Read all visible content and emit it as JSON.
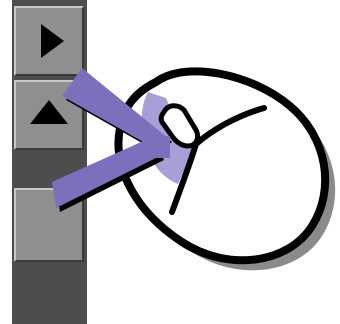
{
  "toolbar": {
    "buttons": [
      {
        "name": "play",
        "icon": "play-triangle-icon"
      },
      {
        "name": "eject",
        "icon": "eject-triangle-icon"
      },
      {
        "name": "blank",
        "icon": ""
      }
    ]
  },
  "illustration": {
    "subject": "mouse-icon",
    "pointer": "right-click-callout-icon",
    "colors": {
      "toolbar": "#4d4d4d",
      "button": "#8f8f8f",
      "callout": "#7e6fbd",
      "highlight": "#a79fd6",
      "mouse_body": "#ffffff",
      "mouse_outline": "#000000",
      "shadow": "#8a8a8a"
    }
  }
}
